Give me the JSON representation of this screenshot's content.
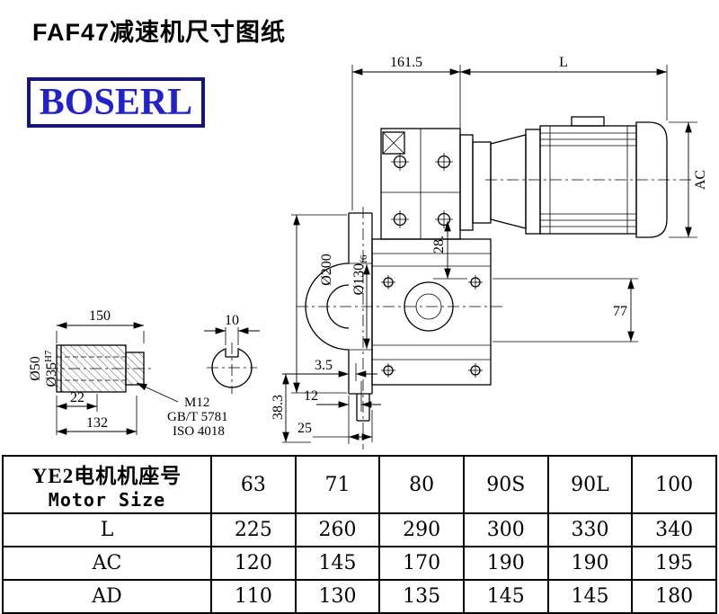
{
  "title": "FAF47减速机尺寸图纸",
  "logo": {
    "text": "BOSERL",
    "text_color": "#2222cc",
    "border_color": "#15157a"
  },
  "dims": {
    "top_left": "161.5",
    "top_right": "L",
    "ac": "AC",
    "d200": "Ø200",
    "d130": "Ø130",
    "d130_tol": "f6",
    "d28": "28.",
    "d77": "77",
    "d150": "150",
    "d10": "10",
    "d50": "Ø50",
    "d35": "Ø35",
    "d35_tol": "H7",
    "d22": "22",
    "d132": "132",
    "thread": "M12",
    "std1": "GB/T 5781",
    "std2": "ISO 4018",
    "d3_5": "3.5",
    "d12": "12",
    "d25": "25",
    "d38_3": "38.3"
  },
  "table": {
    "header_cn": "YE2电机机座号",
    "header_en": "Motor Size",
    "sizes": [
      "63",
      "71",
      "80",
      "90S",
      "90L",
      "100"
    ],
    "rows": [
      {
        "label": "L",
        "values": [
          "225",
          "260",
          "290",
          "300",
          "330",
          "340"
        ]
      },
      {
        "label": "AC",
        "values": [
          "120",
          "145",
          "170",
          "190",
          "190",
          "195"
        ]
      },
      {
        "label": "AD",
        "values": [
          "110",
          "130",
          "135",
          "145",
          "145",
          "180"
        ]
      }
    ]
  }
}
